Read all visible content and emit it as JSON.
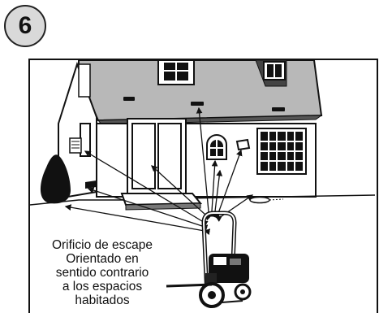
{
  "step": {
    "number": "6"
  },
  "caption": {
    "lines": [
      "Orificio de escape",
      "Orientado en",
      "sentido contrario",
      "a los espacios",
      "habitados"
    ]
  }
}
